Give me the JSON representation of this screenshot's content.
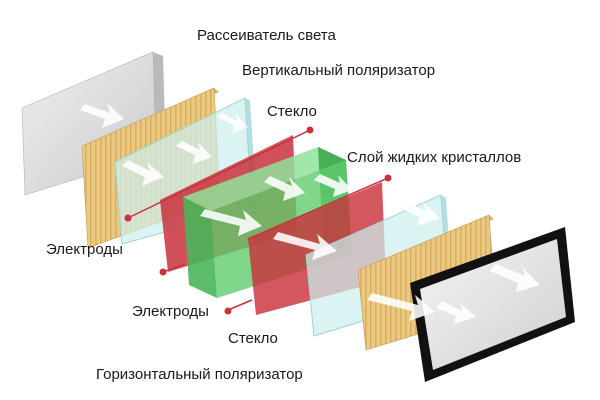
{
  "labels": {
    "diffuser": "Рассеиватель света",
    "vertical_polarizer": "Вертикальный поляризатор",
    "glass_top": "Стекло",
    "liquid_crystal_layer": "Слой жидких кристаллов",
    "electrodes_left": "Электроды",
    "electrodes_bottom": "Электроды",
    "glass_bottom": "Стекло",
    "horizontal_polarizer": "Горизонтальный поляризатор"
  },
  "colors": {
    "diffuser": "#d9dadc",
    "polarizer": "#e8c27a",
    "glass": "#cfeeee",
    "electrode": "#c8323c",
    "liquid_crystal": "#5ccc6a",
    "screen_frame": "#111111",
    "light_arrow": "#ffffff"
  }
}
